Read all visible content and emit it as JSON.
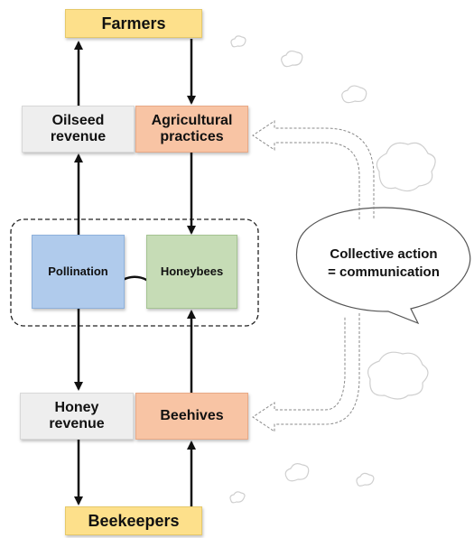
{
  "nodes": {
    "farmers": "Farmers",
    "oilseed_revenue": "Oilseed revenue",
    "agricultural_practices": "Agricultural practices",
    "pollination": "Pollination",
    "honeybees": "Honeybees",
    "honey_revenue": "Honey revenue",
    "beehives": "Beehives",
    "beekeepers": "Beekeepers"
  },
  "callout": {
    "line1": "Collective action",
    "line2": "= communication"
  },
  "colors": {
    "yellow": "#fde08b",
    "grey": "#eeeeee",
    "orange": "#f8c4a4",
    "blue": "#b0cbec",
    "green": "#c6dcb6"
  }
}
